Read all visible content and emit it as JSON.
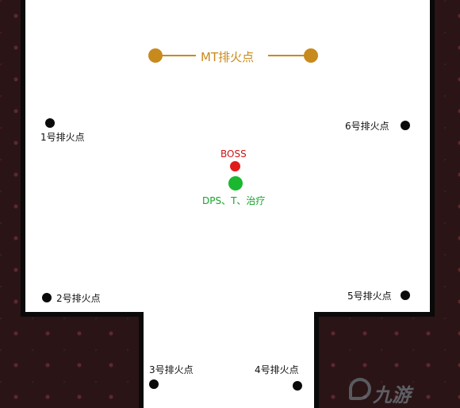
{
  "map": {
    "mt_line": {
      "label": "MT排火点"
    },
    "boss": {
      "label": "BOSS"
    },
    "party": {
      "label": "DPS、T、治疗"
    },
    "markers": [
      {
        "label": "1号排火点"
      },
      {
        "label": "2号排火点"
      },
      {
        "label": "3号排火点"
      },
      {
        "label": "4号排火点"
      },
      {
        "label": "5号排火点"
      },
      {
        "label": "6号排火点"
      }
    ],
    "colors": {
      "floor": "#ffffff",
      "wall": "#0a0a0a",
      "mt": "#c88a1c",
      "boss": "#e11b1b",
      "party": "#19b82e"
    }
  },
  "watermark": {
    "text": "九游",
    "icon": "jiuyou-logo-icon"
  }
}
